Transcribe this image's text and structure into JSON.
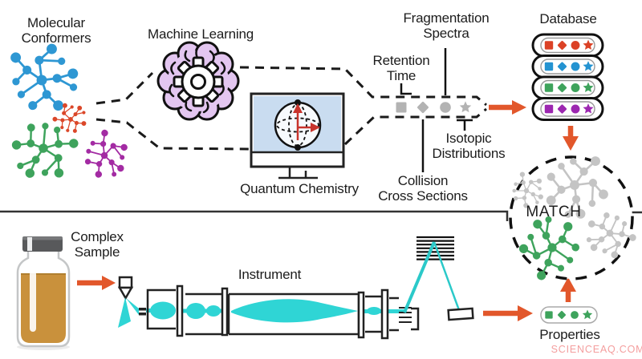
{
  "figure": {
    "type": "scientific workflow diagram",
    "topic": "Machine learning + quantum chemistry predicted molecular properties matched against mass-spectrometry instrument measurements"
  },
  "labels": {
    "molecular_conformers": "Molecular\nConformers",
    "machine_learning": "Machine Learning",
    "quantum_chemistry": "Quantum Chemistry",
    "retention_time": "Retention\nTime",
    "fragmentation_spectra": "Fragmentation\nSpectra",
    "isotopic_distributions": "Isotopic\nDistributions",
    "collision_cross_sections": "Collision\nCross Sections",
    "database": "Database",
    "match": "MATCH",
    "complex_sample": "Complex\nSample",
    "instrument": "Instrument",
    "properties": "Properties",
    "watermark": "SCIENCEAQ.COM"
  },
  "measured_properties": [
    {
      "icon": "square-icon",
      "label": "Retention Time"
    },
    {
      "icon": "diamond-icon",
      "label": "Collision Cross Sections"
    },
    {
      "icon": "circle-icon",
      "label": "Fragmentation Spectra"
    },
    {
      "icon": "star-icon",
      "label": "Isotopic Distributions"
    }
  ],
  "database_rows": [
    {
      "color": "#DB4226",
      "icons": [
        "square",
        "diamond",
        "circle",
        "star"
      ]
    },
    {
      "color": "#2493D1",
      "icons": [
        "square",
        "diamond",
        "circle",
        "star"
      ]
    },
    {
      "color": "#3EA35C",
      "icons": [
        "square",
        "diamond",
        "circle",
        "star"
      ]
    },
    {
      "color": "#9C27B0",
      "icons": [
        "square",
        "diamond",
        "circle",
        "star"
      ]
    }
  ],
  "properties_pill": {
    "color": "#3EA35C",
    "icons": [
      "square",
      "diamond",
      "circle",
      "star"
    ]
  },
  "match_circle_contents": [
    "gray-molecule",
    "gray-molecule",
    "gray-molecule",
    "green-molecule"
  ],
  "palette": {
    "arrow_orange": "#E2572B",
    "beam_cyan": "#2FD5D5",
    "brain_purple_fill": "#E3C6F0",
    "monitor_screen_blue": "#C9DCF0",
    "molecule_blue": "#2E97D3",
    "molecule_red": "#DB4729",
    "molecule_green": "#3EA35C",
    "molecule_purple": "#A32BA3",
    "unknown_gray": "#B3B3B3",
    "sample_amber": "#C9913C",
    "watermark_pink": "#F49E9E"
  }
}
